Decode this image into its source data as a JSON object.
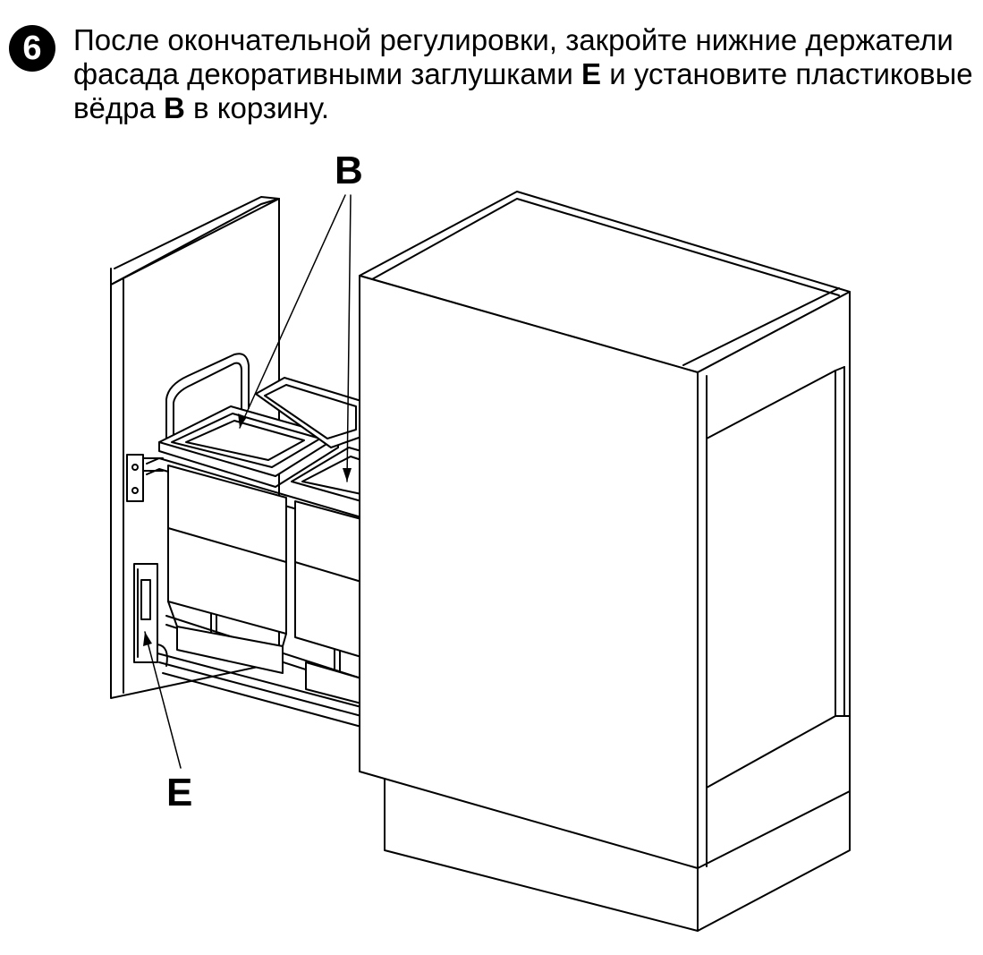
{
  "step": {
    "number": "6",
    "text_parts": [
      "После окончательной регулировки, закройте нижние держатели фасада декоративными заглушками ",
      "E",
      " и установите пластиковые вёдра ",
      "B",
      " в корзину."
    ]
  },
  "figure": {
    "callouts": {
      "b": "B",
      "e": "E"
    }
  }
}
